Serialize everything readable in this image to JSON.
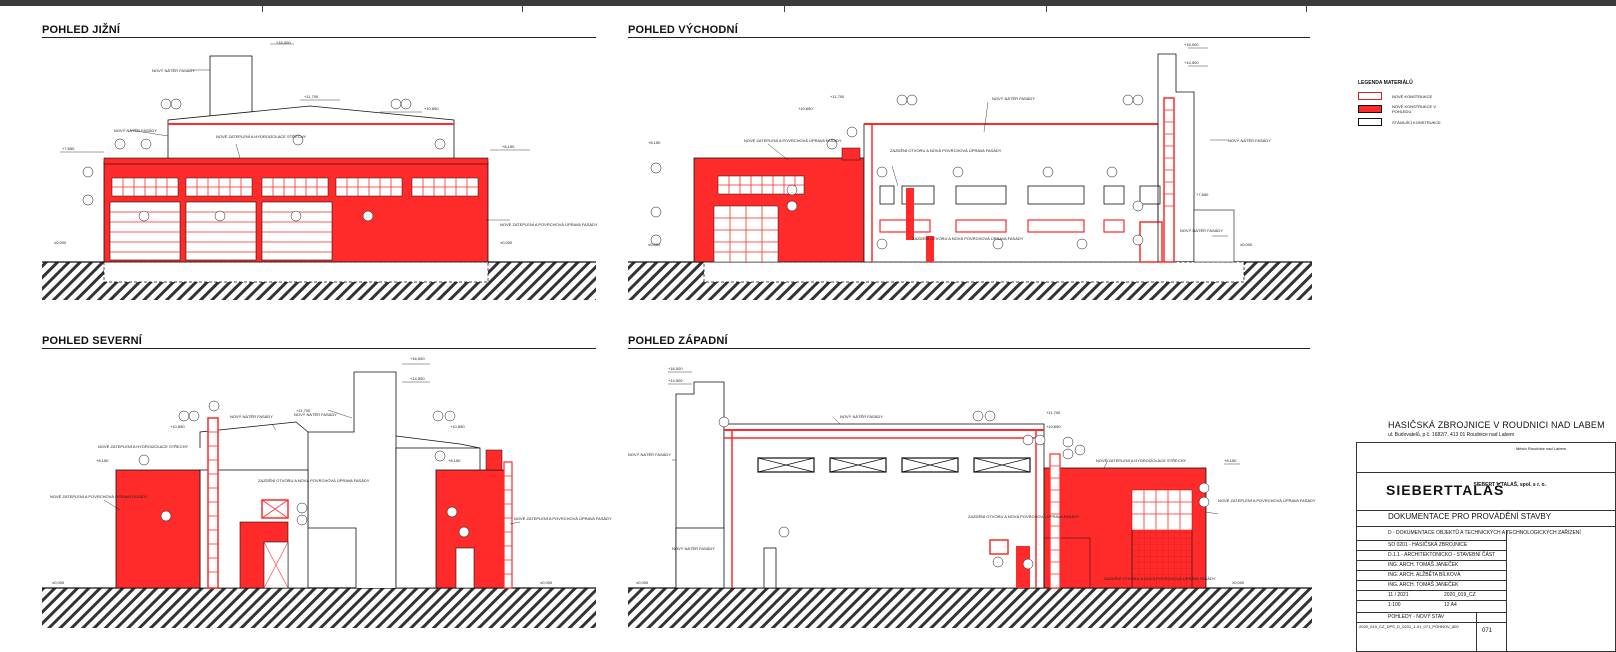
{
  "views": [
    {
      "id": "south",
      "title": "POHLED JIŽNÍ"
    },
    {
      "id": "east",
      "title": "POHLED VÝCHODNÍ"
    },
    {
      "id": "north",
      "title": "POHLED SEVERNÍ"
    },
    {
      "id": "west",
      "title": "POHLED ZÁPADNÍ"
    }
  ],
  "annotations": {
    "new_paint": "NOVÝ NÁTĚR FASÁDY",
    "new_insulation": "NOVÉ ZATEPLENÍ A POVRCHOVÁ ÚPRAVA FASÁDY",
    "roof_insulation": "NOVÉ ZATEPLENÍ A HYDROIZOLACE STŘECHY",
    "bricked_opening": "ZAZDĚNÍ OTVORU A NOVÁ POVRCHOVÁ ÚPRAVA FASÁDY"
  },
  "levels": {
    "l16": "+16,000",
    "l14": "+14,500",
    "l11": "+11,700",
    "l10": "+10,650",
    "l8": "+8,150",
    "l7": "+7,650",
    "l0": "±0,000"
  },
  "legend": {
    "title": "LEGENDA MATERIÁLŮ",
    "items": [
      {
        "label": "NOVÉ KONSTRUKCE",
        "color": "#ffffff",
        "border": "#e02020"
      },
      {
        "label": "NOVÉ KONSTRUKCE V POHLEDU",
        "color": "#ff2a2a",
        "border": "#111111"
      },
      {
        "label": "STÁVAJÍCÍ KONSTRUKCE",
        "color": "#ffffff",
        "border": "#111111"
      }
    ]
  },
  "titleblock": {
    "project": "HASIČSKÁ ZBROJNICE V ROUDNICI NAD LABEM",
    "address": "ul. Budovatelů, p.č. 1682/7, 413 01 Roudnice nad Labem",
    "investor": "Město Roudnice nad Labem",
    "logo": "SIEBERTTALAŠ",
    "company": "SIEBERT + TALAŠ, spol. s r. o.",
    "stage": "DOKUMENTACE PRO PROVÁDĚNÍ STAVBY",
    "part": "D - DOKUMENTACE OBJEKTŮ A TECHNICKÝCH A TECHNOLOGICKÝCH ZAŘÍZENÍ",
    "object": "SO 0201 - HASIČSKÁ ZBROJNICE",
    "subpart": "D.1.1 - ARCHITEKTONICKO - STAVEBNÍ ČÁST",
    "person1": "ING. ARCH. TOMÁŠ JANEČEK",
    "person2": "ING. ARCH. ALŽBĚTA BÍLKOVÁ",
    "person3": "ING. ARCH. TOMÁŠ JANEČEK",
    "date": "11 / 2021",
    "job": "2020_019_CZ",
    "scale": "1:100",
    "format": "12 A4",
    "drawing": "POHLEDY - NOVÝ STAV",
    "file": "2020_019_CZ_DPS_D_0201_1-01_071_POHNOV_800",
    "number": "071"
  },
  "colors": {
    "red": "#ff2a2a",
    "line": "#111111",
    "hatch": "#333333"
  }
}
